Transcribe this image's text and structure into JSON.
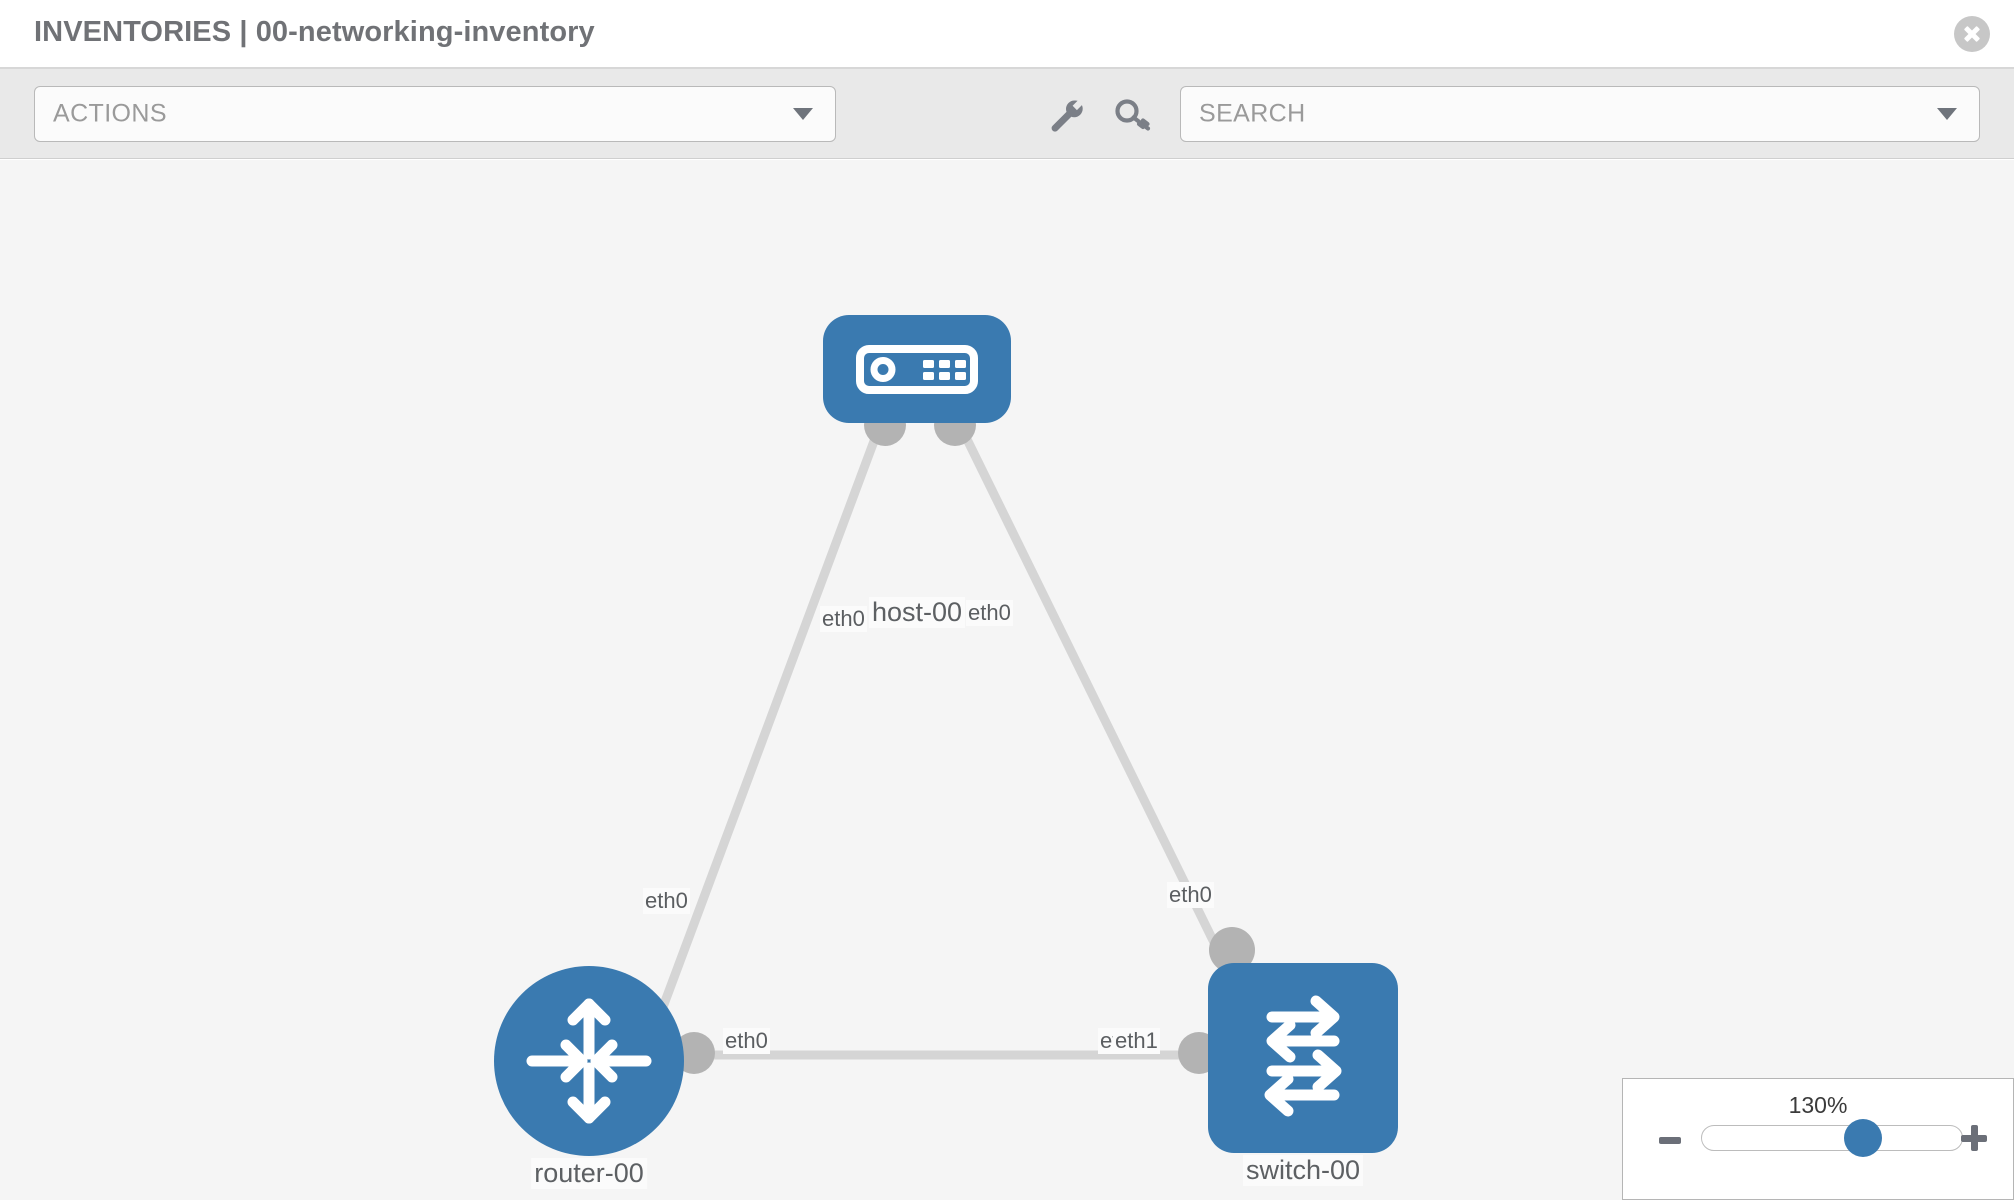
{
  "header": {
    "title": "INVENTORIES | 00-networking-inventory",
    "close_icon": "close-circle-icon"
  },
  "toolbar": {
    "actions_label": "ACTIONS",
    "actions_caret_icon": "chevron-down-icon",
    "wrench_icon": "wrench-icon",
    "key_icon": "key-icon",
    "search_placeholder": "SEARCH",
    "search_value": "",
    "search_caret_icon": "chevron-down-icon"
  },
  "topology": {
    "nodes": [
      {
        "id": "host-00",
        "label": "host-00",
        "type": "host",
        "icon": "server-icon",
        "shape": "rounded-rect",
        "color": "#3a7ab0"
      },
      {
        "id": "router-00",
        "label": "router-00",
        "type": "router",
        "icon": "router-icon",
        "shape": "circle",
        "color": "#3a7ab0"
      },
      {
        "id": "switch-00",
        "label": "switch-00",
        "type": "switch",
        "icon": "switch-icon",
        "shape": "rounded-rect",
        "color": "#3a7ab0"
      }
    ],
    "links": [
      {
        "from": "host-00",
        "from_if": "eth0",
        "to": "router-00",
        "to_if": "eth0"
      },
      {
        "from": "host-00",
        "from_if": "eth0",
        "to": "switch-00",
        "to_if": "eth0"
      },
      {
        "from": "router-00",
        "from_if": "eth0",
        "to": "switch-00",
        "to_if": "eth1"
      }
    ],
    "interface_labels": {
      "host_left": "eth0",
      "host_right": "eth0",
      "router_up": "eth0",
      "switch_up": "eth0",
      "router_right": "eth0",
      "switch_left_a": "eth0",
      "switch_left_b": "eth1"
    },
    "edge_color": "#d5d5d5",
    "connector_color": "#b3b3b3"
  },
  "zoom_control": {
    "value_label": "130%",
    "minus_label": "minus-button",
    "plus_label": "plus-button",
    "slider_percent": 60
  }
}
